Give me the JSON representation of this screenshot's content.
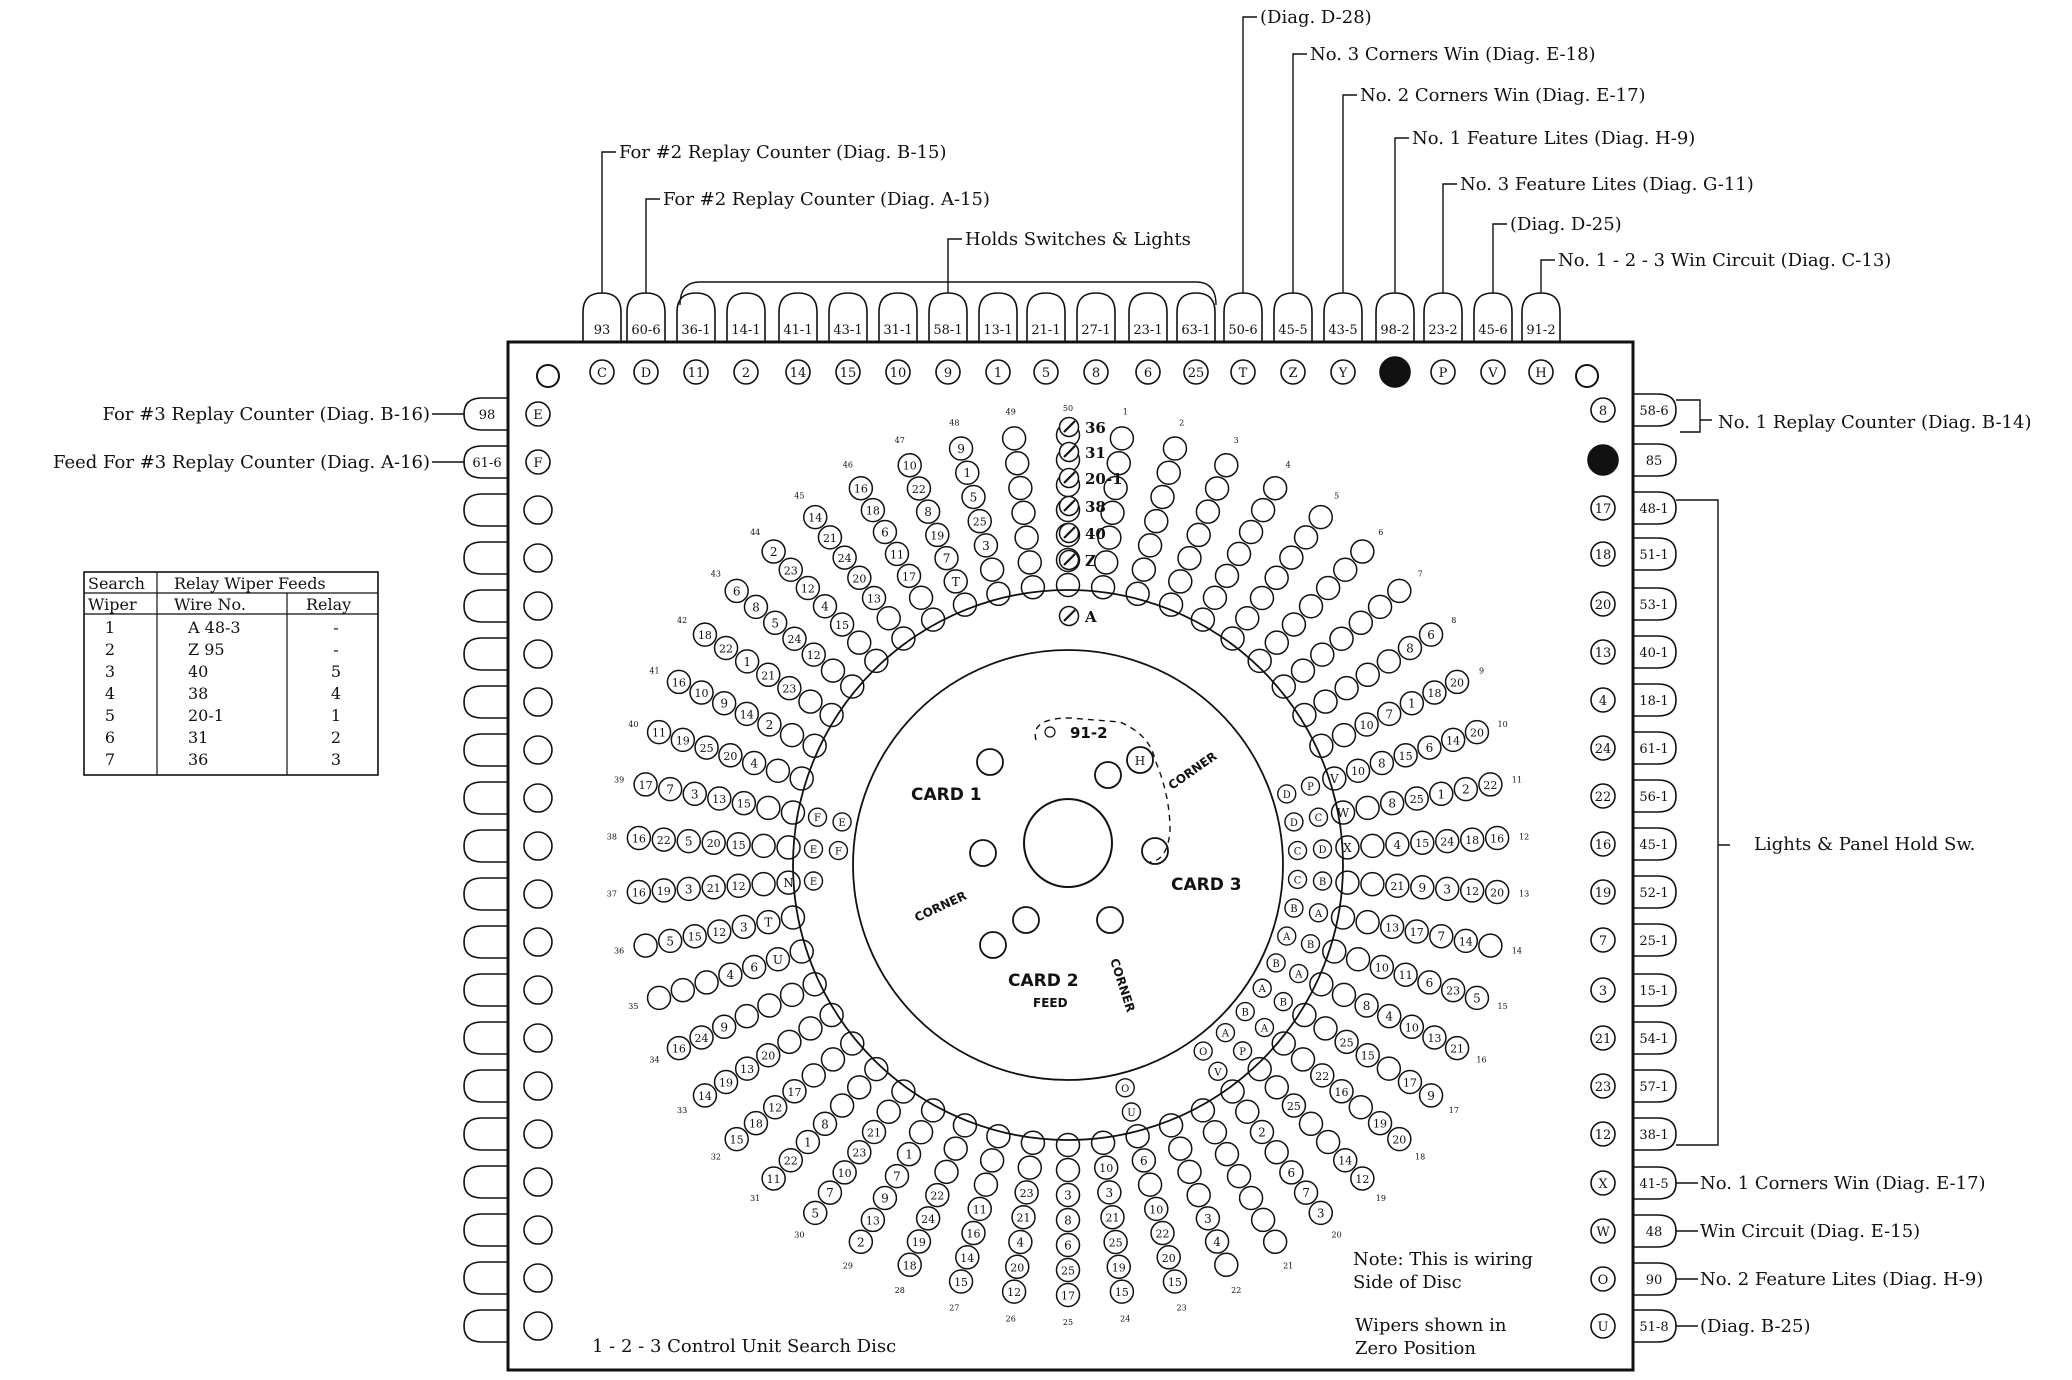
{
  "title": "1 - 2 - 3  Control Unit Search Disc",
  "note": {
    "line1": "Note:  This is wiring",
    "line2": "Side of Disc",
    "line3": "Wipers shown in",
    "line4": "Zero Position"
  },
  "top_callouts": [
    "For #2  Replay Counter (Diag. B-15)",
    "For #2  Replay Counter (Diag. A-15)",
    "Holds Switches & Lights",
    "(Diag. D-28)",
    "No. 3  Corners Win (Diag. E-18)",
    "No. 2  Corners Win  (Diag. E-17)",
    "No. 1  Feature Lites (Diag. H-9)",
    "No. 3  Feature Lites  (Diag. G-11)",
    "(Diag. D-25)",
    "No. 1 - 2 - 3  Win Circuit (Diag. C-13)"
  ],
  "left_callouts": [
    "For #3  Replay Counter (Diag. B-16)",
    "Feed For #3  Replay Counter (Diag. A-16)"
  ],
  "right_callouts": [
    "No. 1  Replay Counter  (Diag. B-14)",
    "Lights & Panel Hold Sw.",
    "No. 1  Corners Win (Diag. E-17)",
    "Win Circuit (Diag. E-15)",
    "No. 2   Feature Lites (Diag. H-9)",
    "(Diag. B-25)"
  ],
  "top_tags": [
    "93",
    "60-6",
    "36-1",
    "14-1",
    "41-1",
    "43-1",
    "31-1",
    "58-1",
    "13-1",
    "21-1",
    "27-1",
    "23-1",
    "63-1",
    "50-6",
    "45-5",
    "43-5",
    "98-2",
    "23-2",
    "45-6",
    "91-2"
  ],
  "top_holes": [
    "C",
    "D",
    "11",
    "2",
    "14",
    "15",
    "10",
    "9",
    "1",
    "5",
    "8",
    "6",
    "25",
    "T",
    "Z",
    "Y",
    "",
    "P",
    "V",
    "H"
  ],
  "left_tags": [
    "98",
    "61-6"
  ],
  "left_holes": [
    "E",
    "F"
  ],
  "right_holes": [
    "8",
    "",
    "17",
    "18",
    "20",
    "13",
    "4",
    "24",
    "22",
    "16",
    "19",
    "7",
    "3",
    "21",
    "23",
    "12",
    "X",
    "W",
    "O",
    "U"
  ],
  "right_tags": [
    "58-6",
    "85",
    "48-1",
    "51-1",
    "53-1",
    "40-1",
    "18-1",
    "61-1",
    "56-1",
    "45-1",
    "52-1",
    "25-1",
    "15-1",
    "54-1",
    "57-1",
    "38-1",
    "41-5",
    "48",
    "90",
    "51-8"
  ],
  "table": {
    "header1": [
      "Search",
      "Relay  Wiper  Feeds"
    ],
    "header2": [
      "Wiper",
      "Wire No.",
      "Relay"
    ],
    "rows": [
      [
        "1",
        "A  48-3",
        "-"
      ],
      [
        "2",
        "Z  95",
        "-"
      ],
      [
        "3",
        "40",
        "5"
      ],
      [
        "4",
        "38",
        "4"
      ],
      [
        "5",
        "20-1",
        "1"
      ],
      [
        "6",
        "31",
        "2"
      ],
      [
        "7",
        "36",
        "3"
      ]
    ]
  },
  "disc": {
    "card1": "CARD 1",
    "card2": "CARD 2",
    "card3": "CARD 3",
    "corner": "CORNER",
    "feed": "FEED",
    "ring_91_2": "91-2",
    "ring_h": "H",
    "wiper_labels": [
      "36",
      "31",
      "20-1",
      "38",
      "40",
      "Z",
      "A"
    ],
    "rays": [
      {
        "p": 1,
        "h": [
          "",
          "",
          "",
          "",
          "",
          "",
          "",
          "",
          ""
        ]
      },
      {
        "p": 2,
        "h": [
          "",
          "",
          "",
          "",
          "",
          "",
          "",
          "",
          ""
        ]
      },
      {
        "p": 3,
        "h": [
          "",
          "",
          "",
          "",
          "",
          "",
          "",
          "",
          ""
        ]
      },
      {
        "p": 4,
        "h": [
          "",
          "",
          "",
          "",
          "",
          "",
          "",
          "",
          ""
        ]
      },
      {
        "p": 5,
        "h": [
          "",
          "",
          "",
          "",
          "",
          "",
          "",
          "",
          ""
        ]
      },
      {
        "p": 6,
        "h": [
          "",
          "",
          "",
          "",
          "",
          "",
          "",
          "",
          ""
        ]
      },
      {
        "p": 7,
        "h": [
          "",
          "",
          "",
          "",
          "",
          "",
          "",
          "",
          ""
        ]
      },
      {
        "p": 8,
        "h": [
          "6",
          "8",
          "",
          "",
          "",
          "",
          "",
          "",
          ""
        ]
      },
      {
        "p": 9,
        "h": [
          "20",
          "18",
          "1",
          "7",
          "10",
          "",
          "",
          "",
          ""
        ]
      },
      {
        "p": 10,
        "h": [
          "20",
          "14",
          "6",
          "15",
          "8",
          "10",
          "V",
          "P",
          "D"
        ]
      },
      {
        "p": 11,
        "h": [
          "22",
          "2",
          "1",
          "25",
          "8",
          "",
          "W",
          "C",
          "D"
        ]
      },
      {
        "p": 12,
        "h": [
          "16",
          "18",
          "24",
          "15",
          "4",
          "",
          "X",
          "D",
          "C"
        ]
      },
      {
        "p": 13,
        "h": [
          "20",
          "12",
          "3",
          "9",
          "21",
          "",
          "",
          "B",
          "C"
        ]
      },
      {
        "p": 14,
        "h": [
          "",
          "14",
          "7",
          "17",
          "13",
          "",
          "",
          "A",
          "B"
        ]
      },
      {
        "p": 15,
        "h": [
          "5",
          "23",
          "6",
          "11",
          "10",
          "",
          "",
          "B",
          "A"
        ]
      },
      {
        "p": 16,
        "h": [
          "21",
          "13",
          "10",
          "4",
          "8",
          "",
          "",
          "A",
          "B"
        ]
      },
      {
        "p": 17,
        "h": [
          "9",
          "17",
          "",
          "15",
          "25",
          "",
          "",
          "B",
          "A"
        ]
      },
      {
        "p": 18,
        "h": [
          "20",
          "19",
          "",
          "16",
          "22",
          "",
          "",
          "A",
          "B"
        ]
      },
      {
        "p": 19,
        "h": [
          "12",
          "14",
          "",
          "",
          "25",
          "",
          "",
          "P",
          "A"
        ]
      },
      {
        "p": 20,
        "h": [
          "3",
          "7",
          "6",
          "",
          "2",
          "",
          "",
          "V",
          "O"
        ]
      },
      {
        "p": 21,
        "h": [
          "",
          "",
          "",
          "",
          "",
          "",
          "",
          "",
          ""
        ]
      },
      {
        "p": 22,
        "h": [
          "",
          "4",
          "3",
          "",
          "",
          "",
          "",
          "",
          ""
        ]
      },
      {
        "p": 23,
        "h": [
          "15",
          "20",
          "22",
          "10",
          "",
          "6",
          "",
          "U",
          "O"
        ]
      },
      {
        "p": 24,
        "h": [
          "15",
          "19",
          "25",
          "21",
          "3",
          "10",
          "",
          "",
          ""
        ]
      },
      {
        "p": 25,
        "h": [
          "17",
          "25",
          "6",
          "8",
          "3",
          "",
          "",
          "",
          ""
        ]
      },
      {
        "p": 26,
        "h": [
          "12",
          "20",
          "4",
          "21",
          "23",
          "",
          "",
          "",
          ""
        ]
      },
      {
        "p": 27,
        "h": [
          "15",
          "14",
          "16",
          "11",
          "",
          "",
          "",
          "",
          ""
        ]
      },
      {
        "p": 28,
        "h": [
          "18",
          "19",
          "24",
          "22",
          "",
          "",
          "",
          "",
          ""
        ]
      },
      {
        "p": 29,
        "h": [
          "2",
          "13",
          "9",
          "7",
          "1",
          "",
          "",
          "",
          ""
        ]
      },
      {
        "p": 30,
        "h": [
          "5",
          "7",
          "10",
          "23",
          "21",
          "",
          "",
          "",
          ""
        ]
      },
      {
        "p": 31,
        "h": [
          "11",
          "22",
          "1",
          "8",
          "",
          "",
          "",
          "",
          ""
        ]
      },
      {
        "p": 32,
        "h": [
          "15",
          "18",
          "12",
          "17",
          "",
          "",
          "",
          "",
          ""
        ]
      },
      {
        "p": 33,
        "h": [
          "14",
          "19",
          "13",
          "20",
          "",
          "",
          "",
          "",
          ""
        ]
      },
      {
        "p": 34,
        "h": [
          "16",
          "24",
          "9",
          "",
          "",
          "",
          "",
          "",
          ""
        ]
      },
      {
        "p": 35,
        "h": [
          "",
          "",
          "",
          "4",
          "6",
          "U",
          "",
          "",
          ""
        ]
      },
      {
        "p": 36,
        "h": [
          "",
          "5",
          "15",
          "12",
          "3",
          "T",
          "",
          "",
          ""
        ]
      },
      {
        "p": 37,
        "h": [
          "16",
          "19",
          "3",
          "21",
          "12",
          "",
          "N",
          "E",
          ""
        ]
      },
      {
        "p": 38,
        "h": [
          "16",
          "22",
          "5",
          "20",
          "15",
          "",
          "",
          "E",
          "F"
        ]
      },
      {
        "p": 39,
        "h": [
          "17",
          "7",
          "3",
          "13",
          "15",
          "",
          "",
          "F",
          "E"
        ]
      },
      {
        "p": 40,
        "h": [
          "11",
          "19",
          "25",
          "20",
          "4",
          "",
          "",
          "",
          ""
        ]
      },
      {
        "p": 41,
        "h": [
          "16",
          "10",
          "9",
          "14",
          "2",
          "",
          "",
          "",
          ""
        ]
      },
      {
        "p": 42,
        "h": [
          "18",
          "22",
          "1",
          "21",
          "23",
          "",
          "",
          "",
          ""
        ]
      },
      {
        "p": 43,
        "h": [
          "6",
          "8",
          "5",
          "24",
          "12",
          "",
          "",
          "",
          ""
        ]
      },
      {
        "p": 44,
        "h": [
          "2",
          "23",
          "12",
          "4",
          "15",
          "",
          "",
          "",
          ""
        ]
      },
      {
        "p": 45,
        "h": [
          "14",
          "21",
          "24",
          "20",
          "13",
          "",
          "",
          "",
          ""
        ]
      },
      {
        "p": 46,
        "h": [
          "16",
          "18",
          "6",
          "11",
          "17",
          "",
          "",
          "",
          ""
        ]
      },
      {
        "p": 47,
        "h": [
          "10",
          "22",
          "8",
          "19",
          "7",
          "T",
          "",
          "",
          ""
        ]
      },
      {
        "p": 48,
        "h": [
          "9",
          "1",
          "5",
          "25",
          "3",
          "",
          "",
          "",
          ""
        ]
      },
      {
        "p": 49,
        "h": [
          "",
          "",
          "",
          "",
          "",
          "",
          "",
          "",
          ""
        ]
      },
      {
        "p": 50,
        "h": [
          "",
          "",
          "",
          "",
          "",
          "",
          "",
          "",
          ""
        ]
      }
    ]
  }
}
